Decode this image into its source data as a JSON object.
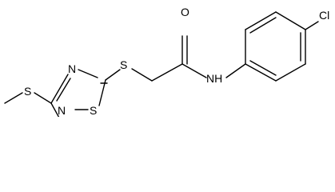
{
  "atoms": {
    "cl": "Cl",
    "o": "O",
    "nh": "NH",
    "s_link": "S",
    "n_upper": "N",
    "n_lower": "N",
    "s_ring": "S",
    "s_methyl": "S"
  }
}
